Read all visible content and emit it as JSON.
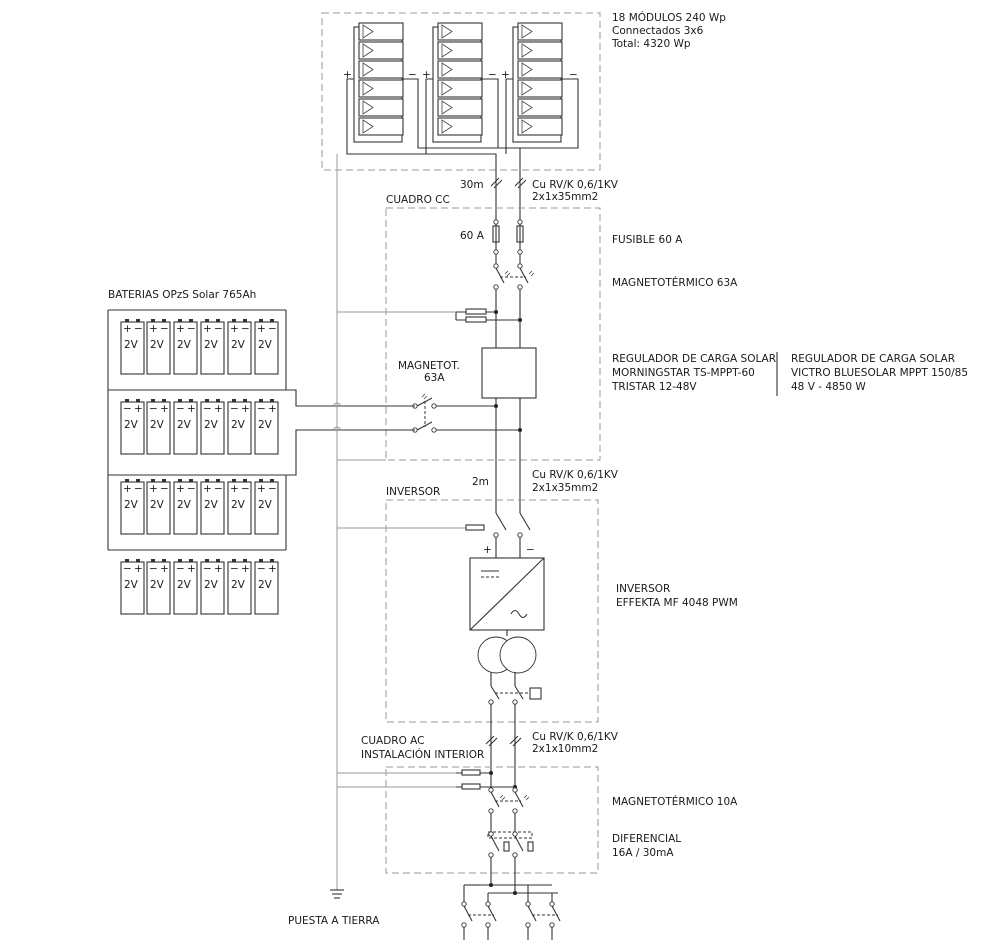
{
  "pv": {
    "title": "18 MÓDULOS  240 Wp",
    "config": "Connectados  3x6",
    "total": "Total:  4320 Wp",
    "string_signs": [
      "+",
      "−",
      "+",
      "−",
      "+",
      "−"
    ]
  },
  "cable_pv": {
    "length": "30m",
    "type": "Cu RV/K 0,6/1KV",
    "section": "2x1x35mm2"
  },
  "cuadro_cc": {
    "title": "CUADRO CC"
  },
  "fuse": {
    "rating": "60 A",
    "label": "FUSIBLE  60 A"
  },
  "breaker_pv": {
    "label": "MAGNETOTÉRMICO  63A"
  },
  "batteries": {
    "title": "BATERIAS OPzS  Solar 765Ah",
    "cell_voltage": "2V",
    "cell_signs": [
      "+",
      "−"
    ]
  },
  "breaker_batt": {
    "label_line1": "MAGNETOT.",
    "label_line2": "63A"
  },
  "regulator_a": {
    "line1": "REGULADOR DE CARGA SOLAR",
    "line2": "MORNINGSTAR TS-MPPT-60",
    "line3": "TRISTAR 12-48V"
  },
  "regulator_b": {
    "line1": "REGULADOR DE CARGA SOLAR",
    "line2": "VICTRO BLUESOLAR MPPT 150/85",
    "line3": "48 V - 4850 W"
  },
  "cable_inv": {
    "length": "2m",
    "type": "Cu RV/K 0,6/1KV",
    "section": "2x1x35mm2"
  },
  "inverter_box": {
    "title": "INVERSOR",
    "plus": "+",
    "minus": "−"
  },
  "inverter": {
    "line1": "INVERSOR",
    "line2": "EFFEKTA MF 4048 PWM"
  },
  "cable_ac": {
    "type": "Cu RV/K 0,6/1KV",
    "section": "2x1x10mm2"
  },
  "cuadro_ac": {
    "line1": "CUADRO AC",
    "line2": "INSTALACIÓN INTERIOR"
  },
  "breaker_ac": {
    "label": "MAGNETOTÉRMICO  10A"
  },
  "differential": {
    "line1": "DIFERENCIAL",
    "line2": "16A / 30mA"
  },
  "ground": {
    "label": "PUESTA A TIERRA"
  }
}
